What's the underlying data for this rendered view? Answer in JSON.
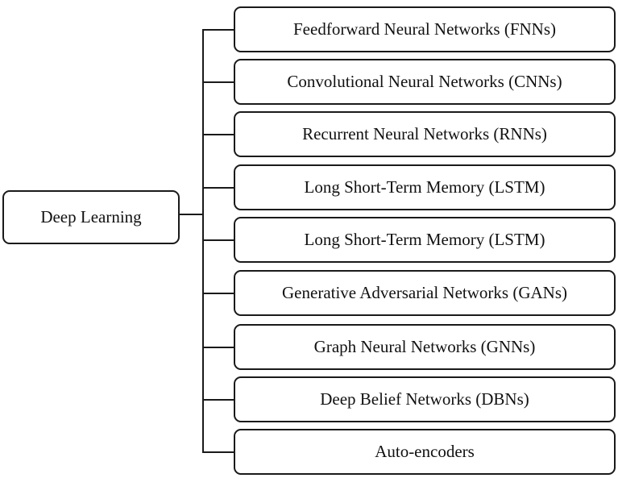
{
  "root": {
    "label": "Deep Learning"
  },
  "children": [
    {
      "label": "Feedforward Neural Networks (FNNs)"
    },
    {
      "label": "Convolutional Neural Networks (CNNs)"
    },
    {
      "label": "Recurrent Neural Networks (RNNs)"
    },
    {
      "label": "Long Short-Term Memory (LSTM)"
    },
    {
      "label": "Long Short-Term Memory (LSTM)"
    },
    {
      "label": "Generative Adversarial Networks (GANs)"
    },
    {
      "label": "Graph Neural Networks (GNNs)"
    },
    {
      "label": "Deep Belief Networks (DBNs)"
    },
    {
      "label": "Auto-encoders"
    }
  ]
}
